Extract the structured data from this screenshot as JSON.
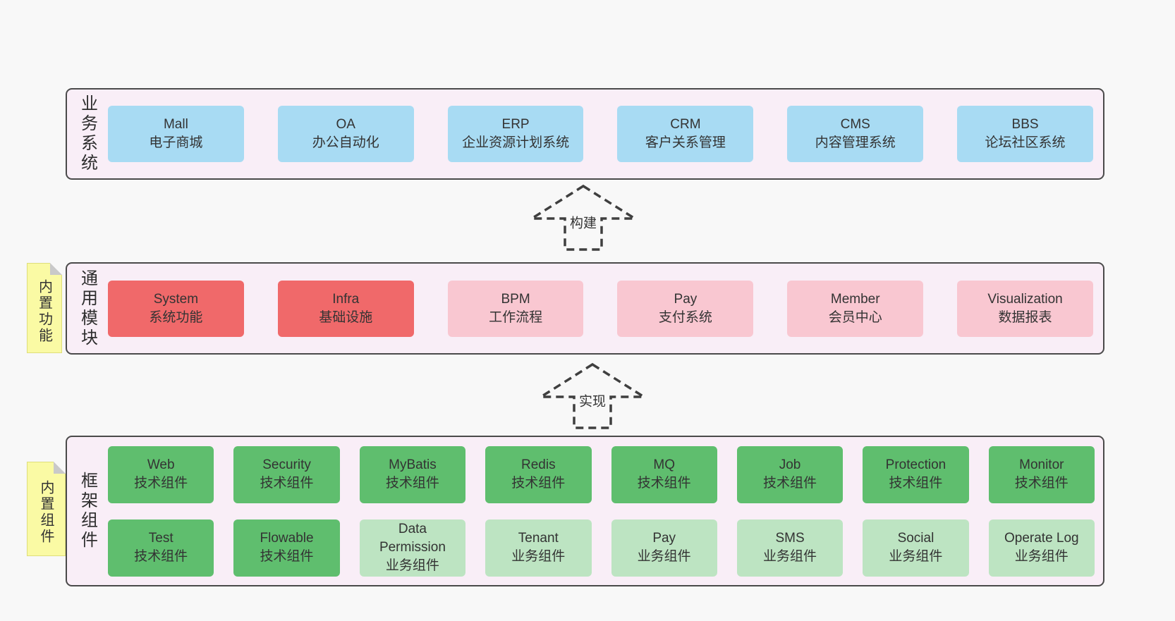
{
  "colors": {
    "page_bg": "#f8f8f8",
    "band_bg": "#f9eef7",
    "band_border": "#4a4a4a",
    "box_blue": "#a8dbf3",
    "box_red": "#f0696a",
    "box_pink": "#f9c7d1",
    "box_green": "#5fbe6e",
    "box_light_green": "#bde4c2",
    "note_bg": "#fafaa4",
    "note_fold": "#c9c9c9",
    "arrow_stroke": "#3f3f3f",
    "text": "#333333"
  },
  "bands": [
    {
      "label": "业务系统",
      "rows": [
        [
          {
            "en": "Mall",
            "zh": "电子商城"
          },
          {
            "en": "OA",
            "zh": "办公自动化"
          },
          {
            "en": "ERP",
            "zh": "企业资源计划系统"
          },
          {
            "en": "CRM",
            "zh": "客户关系管理"
          },
          {
            "en": "CMS",
            "zh": "内容管理系统"
          },
          {
            "en": "BBS",
            "zh": "论坛社区系统"
          }
        ]
      ]
    },
    {
      "label": "通用模块",
      "note": "内置功能",
      "rows": [
        [
          {
            "en": "System",
            "zh": "系统功能"
          },
          {
            "en": "Infra",
            "zh": "基础设施"
          },
          {
            "en": "BPM",
            "zh": "工作流程"
          },
          {
            "en": "Pay",
            "zh": "支付系统"
          },
          {
            "en": "Member",
            "zh": "会员中心"
          },
          {
            "en": "Visualization",
            "zh": "数据报表"
          }
        ]
      ]
    },
    {
      "label": "框架组件",
      "note": "内置组件",
      "rows": [
        [
          {
            "en": "Web",
            "zh": "技术组件"
          },
          {
            "en": "Security",
            "zh": "技术组件"
          },
          {
            "en": "MyBatis",
            "zh": "技术组件"
          },
          {
            "en": "Redis",
            "zh": "技术组件"
          },
          {
            "en": "MQ",
            "zh": "技术组件"
          },
          {
            "en": "Job",
            "zh": "技术组件"
          },
          {
            "en": "Protection",
            "zh": "技术组件"
          },
          {
            "en": "Monitor",
            "zh": "技术组件"
          }
        ],
        [
          {
            "en": "Test",
            "zh": "技术组件"
          },
          {
            "en": "Flowable",
            "zh": "技术组件"
          },
          {
            "en": "Data Permission",
            "zh": "业务组件"
          },
          {
            "en": "Tenant",
            "zh": "业务组件"
          },
          {
            "en": "Pay",
            "zh": "业务组件"
          },
          {
            "en": "SMS",
            "zh": "业务组件"
          },
          {
            "en": "Social",
            "zh": "业务组件"
          },
          {
            "en": "Operate Log",
            "zh": "业务组件"
          }
        ]
      ]
    }
  ],
  "arrows": [
    {
      "label": "构建"
    },
    {
      "label": "实现"
    }
  ]
}
